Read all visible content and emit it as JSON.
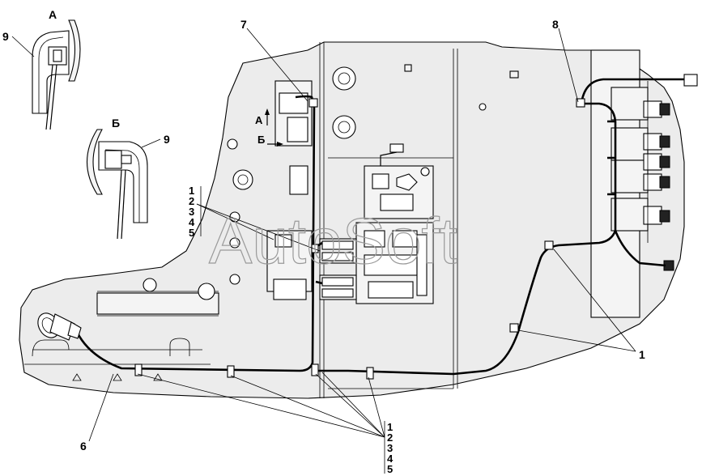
{
  "watermark": "AutoSoft",
  "callouts": {
    "c1_left": [
      "1",
      "2",
      "3",
      "4",
      "5"
    ],
    "c1_bottom": [
      "1",
      "2",
      "3",
      "4",
      "5"
    ],
    "c1": "1",
    "c6": "6",
    "c7": "7",
    "c8": "8",
    "c9a": "9",
    "c9b": "9"
  },
  "views": {
    "view_a_label": "А",
    "view_b_label": "Б",
    "arrow_a_label": "А",
    "arrow_b_label": "Б"
  }
}
